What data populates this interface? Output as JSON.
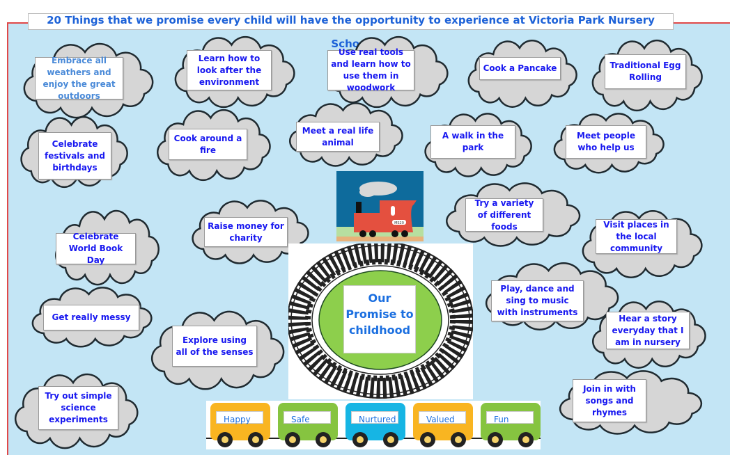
{
  "title": "20 Things that we promise every child will have the opportunity to experience at Victoria Park Nursery School",
  "promises": [
    "Embrace all weathers and enjoy the great outdoors",
    "Learn how to look after the environment",
    "Use real tools and learn how to use them in woodwork",
    "Cook a Pancake",
    "Traditional Egg Rolling",
    "Celebrate festivals and birthdays",
    "Cook around a fire",
    "Meet a real life animal",
    "A walk in the park",
    "Meet people who help us",
    "Raise money for charity",
    "Try a variety of different foods",
    "Celebrate World Book Day",
    "Visit places in the local community",
    "Play, dance and sing to music with instruments",
    "Get really messy",
    "Hear a story everyday that I am in nursery",
    "Explore using all of the senses",
    "Try out simple science experiments",
    "Join in with songs and rhymes"
  ],
  "center": {
    "label": "Our Promise to childhood"
  },
  "train_number": "MS20",
  "carriages": [
    {
      "label": "Happy",
      "color": "#f9b521"
    },
    {
      "label": "Safe",
      "color": "#86c440"
    },
    {
      "label": "Nurtured",
      "color": "#16b5e4"
    },
    {
      "label": "Valued",
      "color": "#f9b521"
    },
    {
      "label": "Fun",
      "color": "#86c440"
    }
  ]
}
